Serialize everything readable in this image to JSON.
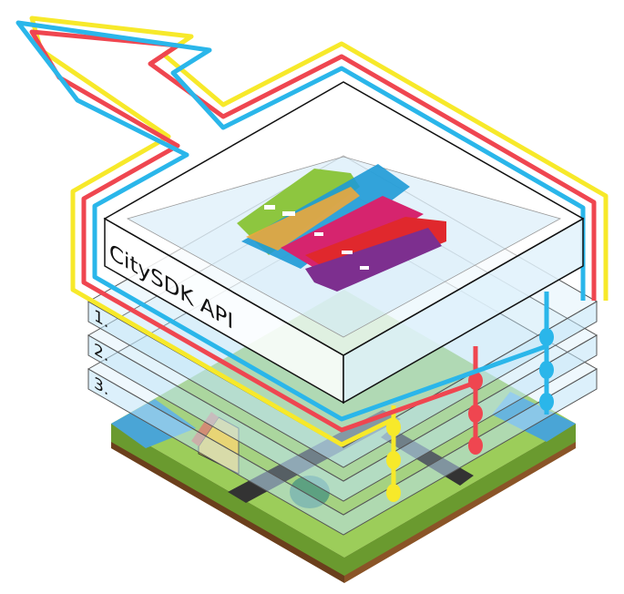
{
  "title": "CitySDK API",
  "layers": [
    "1.",
    "2.",
    "3."
  ],
  "colors": {
    "yellow": "#f7e92a",
    "red": "#ef4650",
    "blue": "#2ab6ea",
    "layer": "#bfe3f7",
    "grass": "#8cc34a",
    "soil": "#7a4a22",
    "water": "#4aa5d6"
  }
}
